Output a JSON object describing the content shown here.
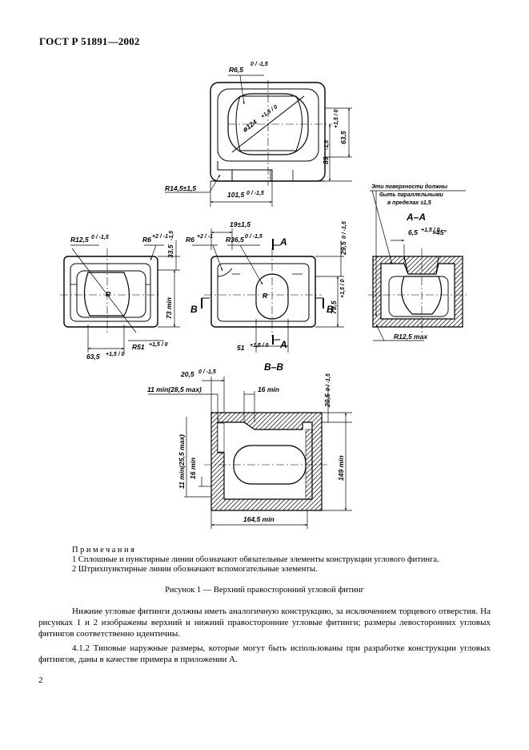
{
  "header": {
    "code": "ГОСТ Р 51891—2002"
  },
  "drawing": {
    "top_view": {
      "r_top": "R6,5",
      "r_top_tol": "0 / -1,5",
      "dia_oval": "ø124",
      "dia_oval_tol": "+1,5 / 0",
      "dim_right_1": "63,5",
      "dim_right_1_tol": "+1,5 / 0",
      "dim_right_2": "89",
      "dim_right_2_tol": "-1,5",
      "r_bottom_left": "R14,5±1,5",
      "dim_bottom": "101,5",
      "dim_bottom_tol": "0 / -1,5"
    },
    "side_view": {
      "r_left": "R12,5",
      "r_left_tol": "0 / -1,5",
      "r_mid": "R6",
      "r_mid_tol": "+2 / -1",
      "dim_33": "33,5",
      "dim_33_tol": "-1,5",
      "dim_73min": "73 min",
      "label_r": "R",
      "dim_bottom": "63,5",
      "dim_bottom_tol": "+1,5 / 0",
      "r_big": "R51",
      "r_big_tol": "+1,5 / 0"
    },
    "front_view": {
      "dim_19": "19±1,5",
      "r_6": "R6",
      "r_6_tol": "+2 / -1",
      "r_36": "R36,5",
      "r_36_tol": "0 / -1,5",
      "dim_29": "29,5",
      "dim_29_tol": "0 / -1,5",
      "dim_79": "79,5",
      "dim_79_tol": "+1,5 / 0",
      "label_r": "R",
      "dim_51": "51",
      "dim_51_tol": "+1,5 / 0",
      "sec_a": "A",
      "sec_b": "B"
    },
    "section_aa": {
      "note_line1": "Эти поверхности должны",
      "note_line2": "быть параллельными",
      "note_line3": "в пределах ±1,5",
      "title": "А–А",
      "chamfer": "6,5",
      "chamfer_tol": "+1,5 / 0",
      "chamfer_angle": "×45°",
      "r_bottom": "R12,5 max"
    },
    "section_bb": {
      "title": "B–B",
      "dim_20": "20,5",
      "dim_20_tol": "0 / -1,5",
      "dim_11": "11 min(28,5 max)",
      "dim_16": "16 min",
      "dim_20_right": "20,5",
      "dim_20_right_tol": "0 / -1,5",
      "dim_left_outer": "11 min(25,5 max)",
      "dim_left_inner": "16 min",
      "dim_149": "149 min",
      "dim_164": "164,5 min"
    }
  },
  "notes": {
    "title": "Примечания",
    "items": [
      "1  Сплошные и пунктирные линии обозначают обязательные элементы конструкции углового фитинга.",
      "2  Штрихпунктирные линии обозначают вспомогательные элементы."
    ]
  },
  "caption": "Рисунок 1 — Верхний правосторонний угловой фитинг",
  "paragraphs": [
    "Нижние угловые фитинги должны иметь аналогичную конструкцию, за исключением торцевого отверстия. На рисунках 1 и 2 изображены верхний и нижний правосторонние угловые фитинги; размеры левосторонних угловых фитингов соответственно идентичны.",
    "4.1.2  Типовые наружные размеры, которые могут быть использованы при разработке конструкции угловых фитингов, даны в качестве примера в приложении А."
  ],
  "page_number": "2"
}
